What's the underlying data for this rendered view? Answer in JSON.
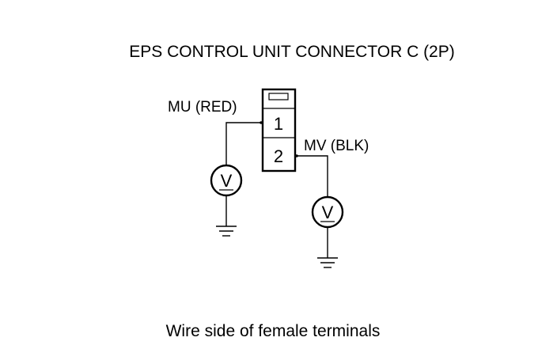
{
  "diagram": {
    "title": "EPS CONTROL UNIT CONNECTOR C (2P)",
    "caption": "Wire side of female terminals",
    "connector": {
      "terminals": [
        {
          "number": "1",
          "label": "MU (RED)"
        },
        {
          "number": "2",
          "label": "MV (BLK)"
        }
      ]
    },
    "meters": [
      {
        "symbol": "V",
        "icon": "voltmeter-icon"
      },
      {
        "symbol": "V",
        "icon": "voltmeter-icon"
      }
    ],
    "grounds": [
      {
        "icon": "ground-icon"
      },
      {
        "icon": "ground-icon"
      }
    ]
  }
}
